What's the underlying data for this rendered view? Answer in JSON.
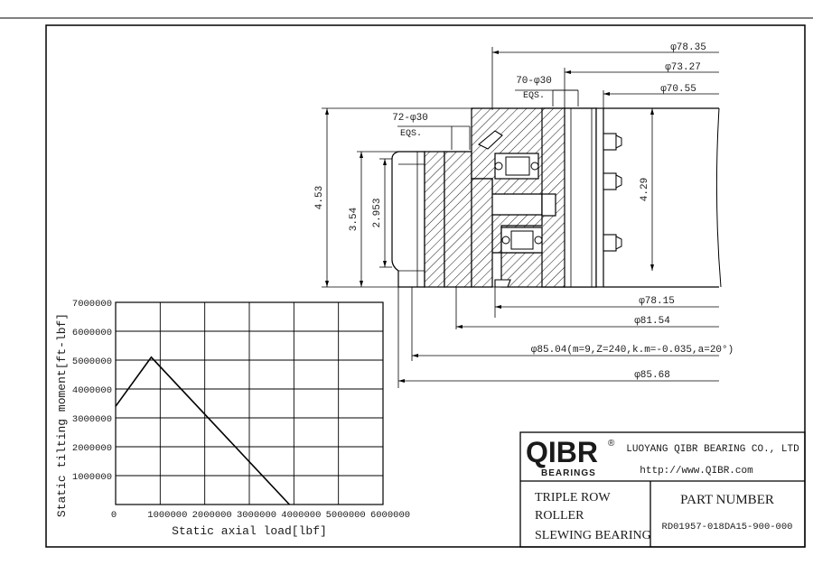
{
  "drawing": {
    "dimensions": {
      "d_78_35": "φ78.35",
      "d_73_27": "φ73.27",
      "d_70_55": "φ70.55",
      "d_78_15": "φ78.15",
      "d_81_54": "φ81.54",
      "d_85_04": "φ85.04(m=9,Z=240,k.m=-0.035,a=20°)",
      "d_85_68": "φ85.68",
      "h_4_53": "4.53",
      "h_3_54": "3.54",
      "h_2_953": "2.953",
      "h_4_29": "4.29",
      "outer_holes_count": "70-φ30",
      "outer_holes_eqs": "EQS.",
      "inner_holes_count": "72-φ30",
      "inner_holes_eqs": "EQS."
    }
  },
  "chart_data": {
    "type": "line",
    "xlabel": "Static axial load[lbf]",
    "ylabel": "Static tilting moment[ft-lbf]",
    "x_ticks": [
      "0",
      "1000000",
      "2000000",
      "3000000",
      "4000000",
      "5000000",
      "6000000"
    ],
    "y_ticks": [
      "1000000",
      "2000000",
      "3000000",
      "4000000",
      "5000000",
      "6000000",
      "7000000"
    ],
    "xlim": [
      0,
      6000000
    ],
    "ylim": [
      0,
      7000000
    ],
    "grid": true,
    "series": [
      {
        "x": [
          0,
          800000,
          3900000
        ],
        "y": [
          3400000,
          5100000,
          0
        ]
      }
    ]
  },
  "title_block": {
    "logo_text": "QIBR",
    "logo_registered": "®",
    "logo_sub": "BEARINGS",
    "company": "LUOYANG QIBR BEARING CO., LTD",
    "website": "http://www.QIBR.com",
    "product_line1": "TRIPLE ROW",
    "product_line2": "ROLLER",
    "product_line3": "SLEWING BEARING",
    "part_number_label": "PART  NUMBER",
    "part_number": "RD01957-018DA15-900-000"
  }
}
